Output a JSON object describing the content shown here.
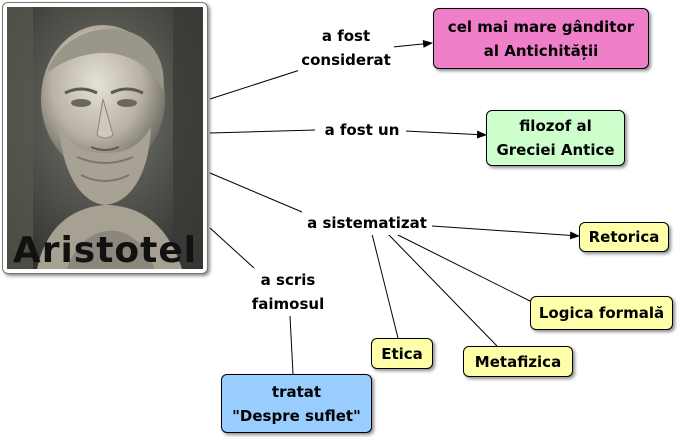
{
  "center": {
    "name": "Aristotel",
    "image": "marble-bust-photo"
  },
  "links": [
    {
      "id": "considerat",
      "phrase": [
        "a fost",
        "considerat"
      ],
      "target": [
        "cel mai mare gânditor",
        "al Antichității"
      ]
    },
    {
      "id": "filozof",
      "phrase": [
        "a fost un"
      ],
      "target": [
        "filozof al",
        "Greciei Antice"
      ]
    },
    {
      "id": "scris",
      "phrase": [
        "a scris",
        "faimosul"
      ],
      "target": [
        "tratat",
        "\"Despre suflet\""
      ]
    }
  ],
  "sistematizat": {
    "phrase": "a sistematizat",
    "targets": [
      "Retorica",
      "Logica formală",
      "Metafizica",
      "Etica"
    ]
  },
  "colors": {
    "pink": "#f07fc9",
    "green": "#ccffcc",
    "yellow": "#ffffaa",
    "blue": "#99ccff"
  }
}
